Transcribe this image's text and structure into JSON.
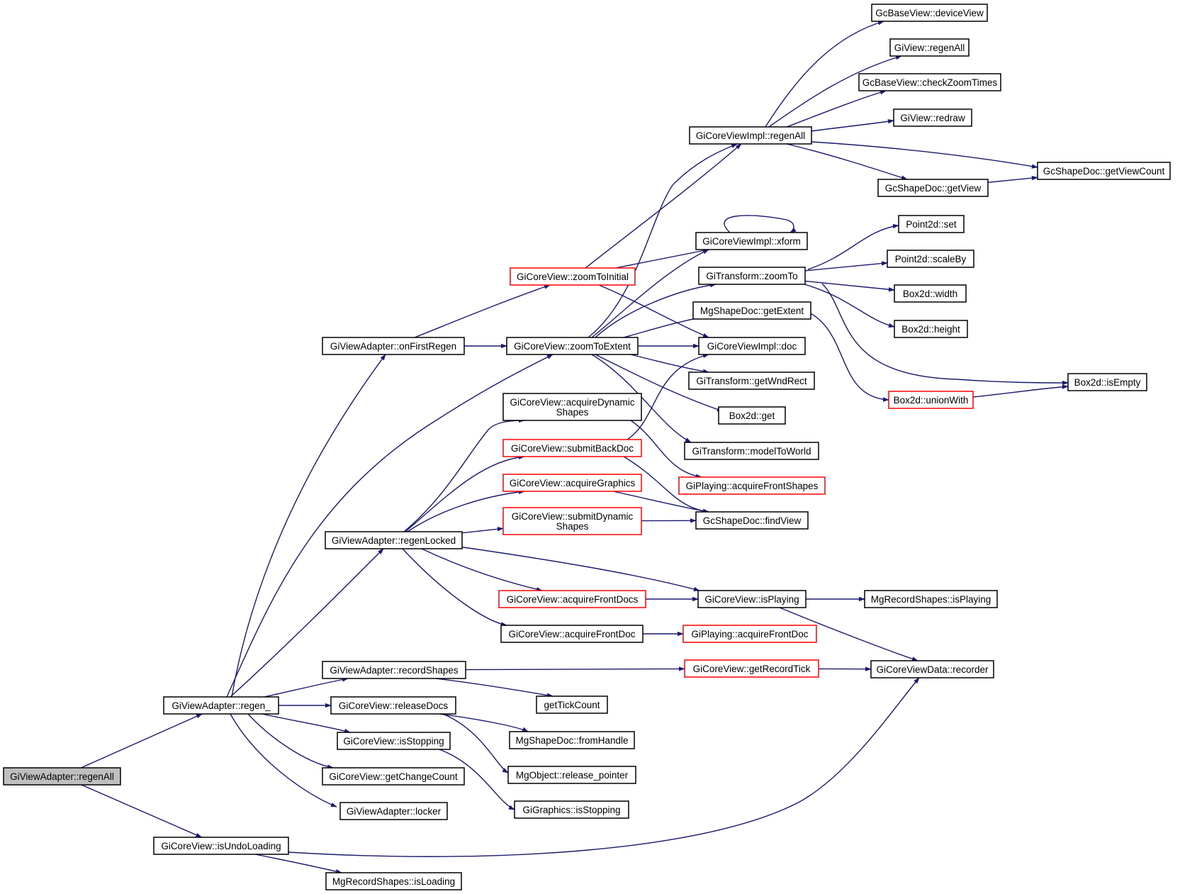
{
  "colors": {
    "edge": "#191970",
    "normal_border": "#000000",
    "truncated_border": "#ff0000",
    "root_fill": "#bfbfbf",
    "node_fill": "#ffffff"
  },
  "nodes": {
    "root": {
      "lines": [
        "GiViewAdapter::regenAll"
      ],
      "style": "root"
    },
    "regen": {
      "lines": [
        "GiViewAdapter::regen_"
      ],
      "style": "normal"
    },
    "isUndoLoading": {
      "lines": [
        "GiCoreView::isUndoLoading"
      ],
      "style": "normal"
    },
    "onFirstRegen": {
      "lines": [
        "GiViewAdapter::onFirstRegen"
      ],
      "style": "normal"
    },
    "regenLocked": {
      "lines": [
        "GiViewAdapter::regenLocked"
      ],
      "style": "normal"
    },
    "recordShapes": {
      "lines": [
        "GiViewAdapter::recordShapes"
      ],
      "style": "normal"
    },
    "releaseDocs": {
      "lines": [
        "GiCoreView::releaseDocs"
      ],
      "style": "normal"
    },
    "isStopping": {
      "lines": [
        "GiCoreView::isStopping"
      ],
      "style": "normal"
    },
    "getChangeCount": {
      "lines": [
        "GiCoreView::getChangeCount"
      ],
      "style": "normal"
    },
    "locker": {
      "lines": [
        "GiViewAdapter::locker"
      ],
      "style": "normal"
    },
    "mgIsLoading": {
      "lines": [
        "MgRecordShapes::isLoading"
      ],
      "style": "normal"
    },
    "zoomToInitial": {
      "lines": [
        "GiCoreView::zoomToInitial"
      ],
      "style": "truncated"
    },
    "zoomToExtent": {
      "lines": [
        "GiCoreView::zoomToExtent"
      ],
      "style": "normal"
    },
    "acqDynShapes": {
      "lines": [
        "GiCoreView::acquireDynamic",
        "Shapes"
      ],
      "style": "normal"
    },
    "submitBackDoc": {
      "lines": [
        "GiCoreView::submitBackDoc"
      ],
      "style": "truncated"
    },
    "acqGraphics": {
      "lines": [
        "GiCoreView::acquireGraphics"
      ],
      "style": "truncated"
    },
    "submitDynShapes": {
      "lines": [
        "GiCoreView::submitDynamic",
        "Shapes"
      ],
      "style": "truncated"
    },
    "acqFrontDocs": {
      "lines": [
        "GiCoreView::acquireFrontDocs"
      ],
      "style": "truncated"
    },
    "acqFrontDoc": {
      "lines": [
        "GiCoreView::acquireFrontDoc"
      ],
      "style": "normal"
    },
    "getTickCount": {
      "lines": [
        "getTickCount"
      ],
      "style": "normal"
    },
    "fromHandle": {
      "lines": [
        "MgShapeDoc::fromHandle"
      ],
      "style": "normal"
    },
    "releasePointer": {
      "lines": [
        "MgObject::release_pointer"
      ],
      "style": "normal"
    },
    "giGfxIsStopping": {
      "lines": [
        "GiGraphics::isStopping"
      ],
      "style": "normal"
    },
    "implRegenAll": {
      "lines": [
        "GiCoreViewImpl::regenAll"
      ],
      "style": "normal"
    },
    "xform": {
      "lines": [
        "GiCoreViewImpl::xform"
      ],
      "style": "normal"
    },
    "tZoomTo": {
      "lines": [
        "GiTransform::zoomTo"
      ],
      "style": "normal"
    },
    "getExtent": {
      "lines": [
        "MgShapeDoc::getExtent"
      ],
      "style": "normal"
    },
    "implDoc": {
      "lines": [
        "GiCoreViewImpl::doc"
      ],
      "style": "normal"
    },
    "getWndRect": {
      "lines": [
        "GiTransform::getWndRect"
      ],
      "style": "normal"
    },
    "box2dGet": {
      "lines": [
        "Box2d::get"
      ],
      "style": "normal"
    },
    "modelToWorld": {
      "lines": [
        "GiTransform::modelToWorld"
      ],
      "style": "normal"
    },
    "acqFrontShapes": {
      "lines": [
        "GiPlaying::acquireFrontShapes"
      ],
      "style": "truncated"
    },
    "findView": {
      "lines": [
        "GcShapeDoc::findView"
      ],
      "style": "normal"
    },
    "cvIsPlaying": {
      "lines": [
        "GiCoreView::isPlaying"
      ],
      "style": "normal"
    },
    "playAcqFrontDoc": {
      "lines": [
        "GiPlaying::acquireFrontDoc"
      ],
      "style": "truncated"
    },
    "getRecordTick": {
      "lines": [
        "GiCoreView::getRecordTick"
      ],
      "style": "truncated"
    },
    "deviceView": {
      "lines": [
        "GcBaseView::deviceView"
      ],
      "style": "normal"
    },
    "gvRegenAll": {
      "lines": [
        "GiView::regenAll"
      ],
      "style": "normal"
    },
    "checkZoomTimes": {
      "lines": [
        "GcBaseView::checkZoomTimes"
      ],
      "style": "normal"
    },
    "gvRedraw": {
      "lines": [
        "GiView::redraw"
      ],
      "style": "normal"
    },
    "getView": {
      "lines": [
        "GcShapeDoc::getView"
      ],
      "style": "normal"
    },
    "getViewCount": {
      "lines": [
        "GcShapeDoc::getViewCount"
      ],
      "style": "normal"
    },
    "pSet": {
      "lines": [
        "Point2d::set"
      ],
      "style": "normal"
    },
    "pScaleBy": {
      "lines": [
        "Point2d::scaleBy"
      ],
      "style": "normal"
    },
    "bWidth": {
      "lines": [
        "Box2d::width"
      ],
      "style": "normal"
    },
    "bHeight": {
      "lines": [
        "Box2d::height"
      ],
      "style": "normal"
    },
    "unionWith": {
      "lines": [
        "Box2d::unionWith"
      ],
      "style": "truncated"
    },
    "isEmpty": {
      "lines": [
        "Box2d::isEmpty"
      ],
      "style": "normal"
    },
    "mgIsPlaying": {
      "lines": [
        "MgRecordShapes::isPlaying"
      ],
      "style": "normal"
    },
    "recorder": {
      "lines": [
        "GiCoreViewData::recorder"
      ],
      "style": "normal"
    }
  },
  "edges": [
    [
      "root",
      "regen"
    ],
    [
      "root",
      "isUndoLoading"
    ],
    [
      "regen",
      "onFirstRegen"
    ],
    [
      "regen",
      "zoomToExtent"
    ],
    [
      "regen",
      "regenLocked"
    ],
    [
      "regen",
      "recordShapes"
    ],
    [
      "regen",
      "releaseDocs"
    ],
    [
      "regen",
      "isStopping"
    ],
    [
      "regen",
      "getChangeCount"
    ],
    [
      "regen",
      "locker"
    ],
    [
      "isUndoLoading",
      "recorder"
    ],
    [
      "isUndoLoading",
      "mgIsLoading"
    ],
    [
      "onFirstRegen",
      "zoomToInitial"
    ],
    [
      "onFirstRegen",
      "zoomToExtent"
    ],
    [
      "regenLocked",
      "acqDynShapes"
    ],
    [
      "regenLocked",
      "submitBackDoc"
    ],
    [
      "regenLocked",
      "acqGraphics"
    ],
    [
      "regenLocked",
      "submitDynShapes"
    ],
    [
      "regenLocked",
      "acqFrontDocs"
    ],
    [
      "regenLocked",
      "acqFrontDoc"
    ],
    [
      "regenLocked",
      "cvIsPlaying"
    ],
    [
      "recordShapes",
      "getRecordTick"
    ],
    [
      "recordShapes",
      "getTickCount"
    ],
    [
      "releaseDocs",
      "fromHandle"
    ],
    [
      "releaseDocs",
      "releasePointer"
    ],
    [
      "isStopping",
      "giGfxIsStopping"
    ],
    [
      "zoomToInitial",
      "implRegenAll"
    ],
    [
      "zoomToInitial",
      "xform"
    ],
    [
      "zoomToInitial",
      "implDoc"
    ],
    [
      "zoomToExtent",
      "implRegenAll"
    ],
    [
      "zoomToExtent",
      "xform"
    ],
    [
      "zoomToExtent",
      "tZoomTo"
    ],
    [
      "zoomToExtent",
      "getExtent"
    ],
    [
      "zoomToExtent",
      "implDoc"
    ],
    [
      "zoomToExtent",
      "getWndRect"
    ],
    [
      "zoomToExtent",
      "box2dGet"
    ],
    [
      "zoomToExtent",
      "modelToWorld"
    ],
    [
      "acqDynShapes",
      "acqFrontShapes"
    ],
    [
      "submitBackDoc",
      "implDoc"
    ],
    [
      "submitBackDoc",
      "findView"
    ],
    [
      "acqGraphics",
      "findView"
    ],
    [
      "submitDynShapes",
      "findView"
    ],
    [
      "acqFrontDocs",
      "cvIsPlaying"
    ],
    [
      "acqFrontDoc",
      "playAcqFrontDoc"
    ],
    [
      "getRecordTick",
      "recorder"
    ],
    [
      "cvIsPlaying",
      "mgIsPlaying"
    ],
    [
      "cvIsPlaying",
      "recorder"
    ],
    [
      "implRegenAll",
      "deviceView"
    ],
    [
      "implRegenAll",
      "gvRegenAll"
    ],
    [
      "implRegenAll",
      "checkZoomTimes"
    ],
    [
      "implRegenAll",
      "gvRedraw"
    ],
    [
      "implRegenAll",
      "getView"
    ],
    [
      "implRegenAll",
      "getViewCount"
    ],
    [
      "getView",
      "getViewCount"
    ],
    [
      "xform",
      "xform"
    ],
    [
      "tZoomTo",
      "pSet"
    ],
    [
      "tZoomTo",
      "pScaleBy"
    ],
    [
      "tZoomTo",
      "bWidth"
    ],
    [
      "tZoomTo",
      "bHeight"
    ],
    [
      "tZoomTo",
      "isEmpty"
    ],
    [
      "getExtent",
      "unionWith"
    ],
    [
      "unionWith",
      "isEmpty"
    ]
  ]
}
